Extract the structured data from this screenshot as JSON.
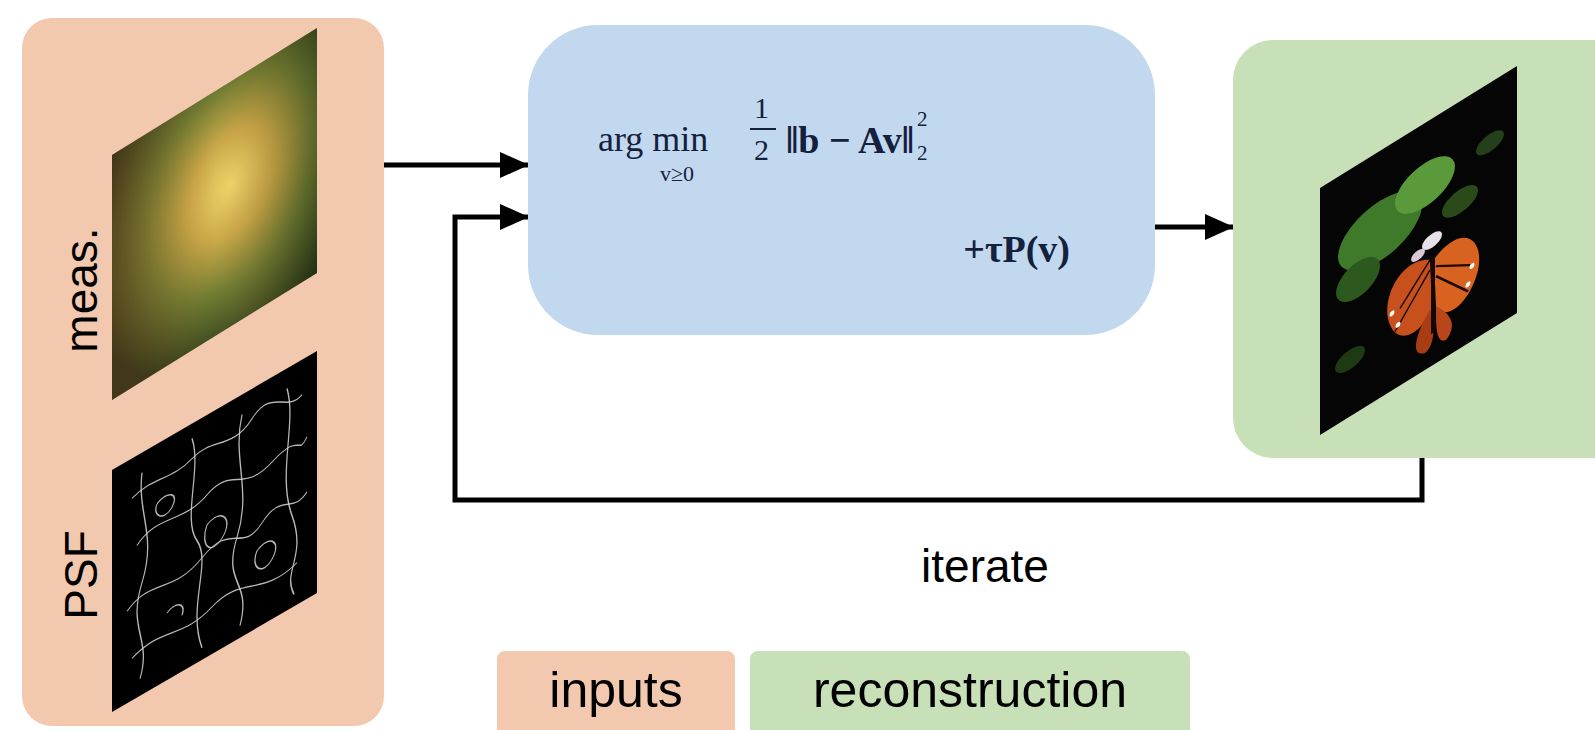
{
  "diagram": {
    "nodes": [
      {
        "text": [
          "meas.",
          "PSF"
        ]
      },
      {
        "text": [
          "arg min",
          "v≥0",
          "1",
          "2",
          "‖b − Av‖",
          "2",
          "2",
          "+τP(v)"
        ]
      },
      {
        "text": []
      }
    ],
    "edges": [
      {
        "from": 0,
        "to": 1,
        "arrow": "to"
      },
      {
        "from": 1,
        "to": 2,
        "arrow": "to"
      },
      {
        "from": 2,
        "to": 1,
        "arrow": "to",
        "label": "iterate"
      }
    ],
    "legend": [
      {
        "text": "inputs",
        "color": "#f2c9ae"
      },
      {
        "text": "reconstruction",
        "color": "#c8e0b8"
      }
    ]
  }
}
